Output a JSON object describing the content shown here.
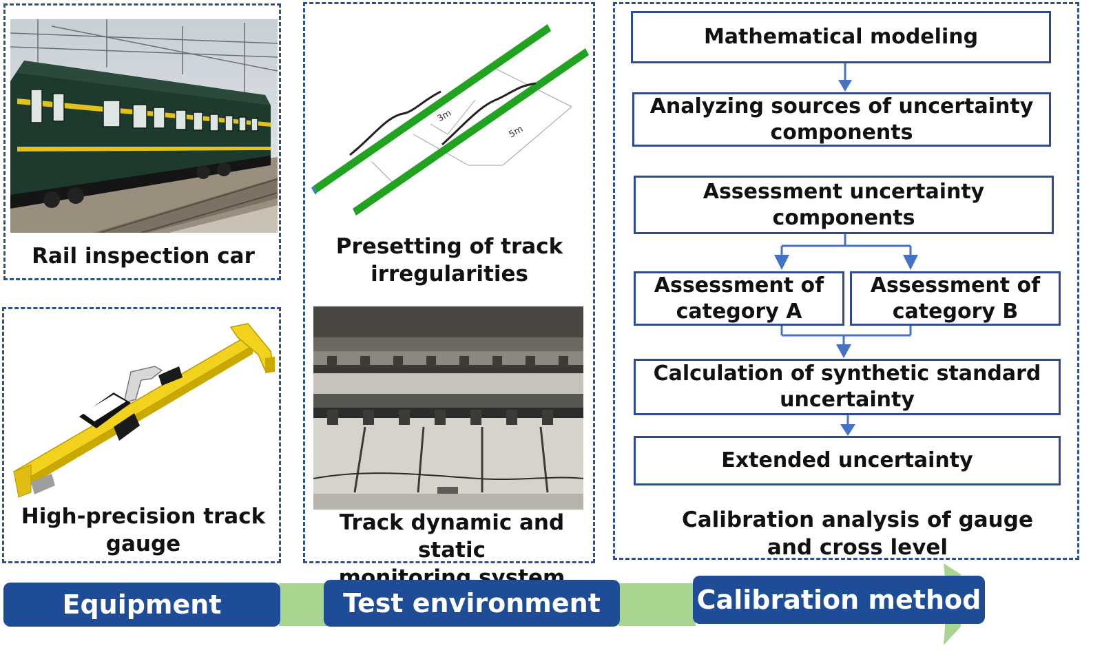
{
  "equipment": {
    "inspection_car_caption": "Rail inspection car",
    "track_gauge_caption": "High-precision track\ngauge"
  },
  "test_environment": {
    "irregularities_caption": "Presetting of track\nirregularities",
    "dim_label_short": "3m",
    "dim_label_long": "5m",
    "monitoring_caption": "Track dynamic and static\nmonitoring system"
  },
  "calibration": {
    "steps": {
      "modeling": "Mathematical modeling",
      "sources": "Analyzing sources of uncertainty\ncomponents",
      "assessment": "Assessment uncertainty\ncomponents",
      "category_a": "Assessment of\ncategory A",
      "category_b": "Assessment of\ncategory B",
      "synthetic": "Calculation of synthetic standard\nuncertainty",
      "extended": "Extended uncertainty"
    },
    "caption": "Calibration analysis of gauge\nand cross level"
  },
  "bottom_bar": {
    "equipment_label": "Equipment",
    "test_environment_label": "Test environment",
    "calibration_label": "Calibration method"
  },
  "colors": {
    "panel_border": "#2f4f8f",
    "pill_blue": "#1f4c96",
    "arrow_blue": "#4472c4",
    "band_green": "#a8d590",
    "rail_green": "#22aa22",
    "gauge_yellow": "#f2d21c"
  }
}
